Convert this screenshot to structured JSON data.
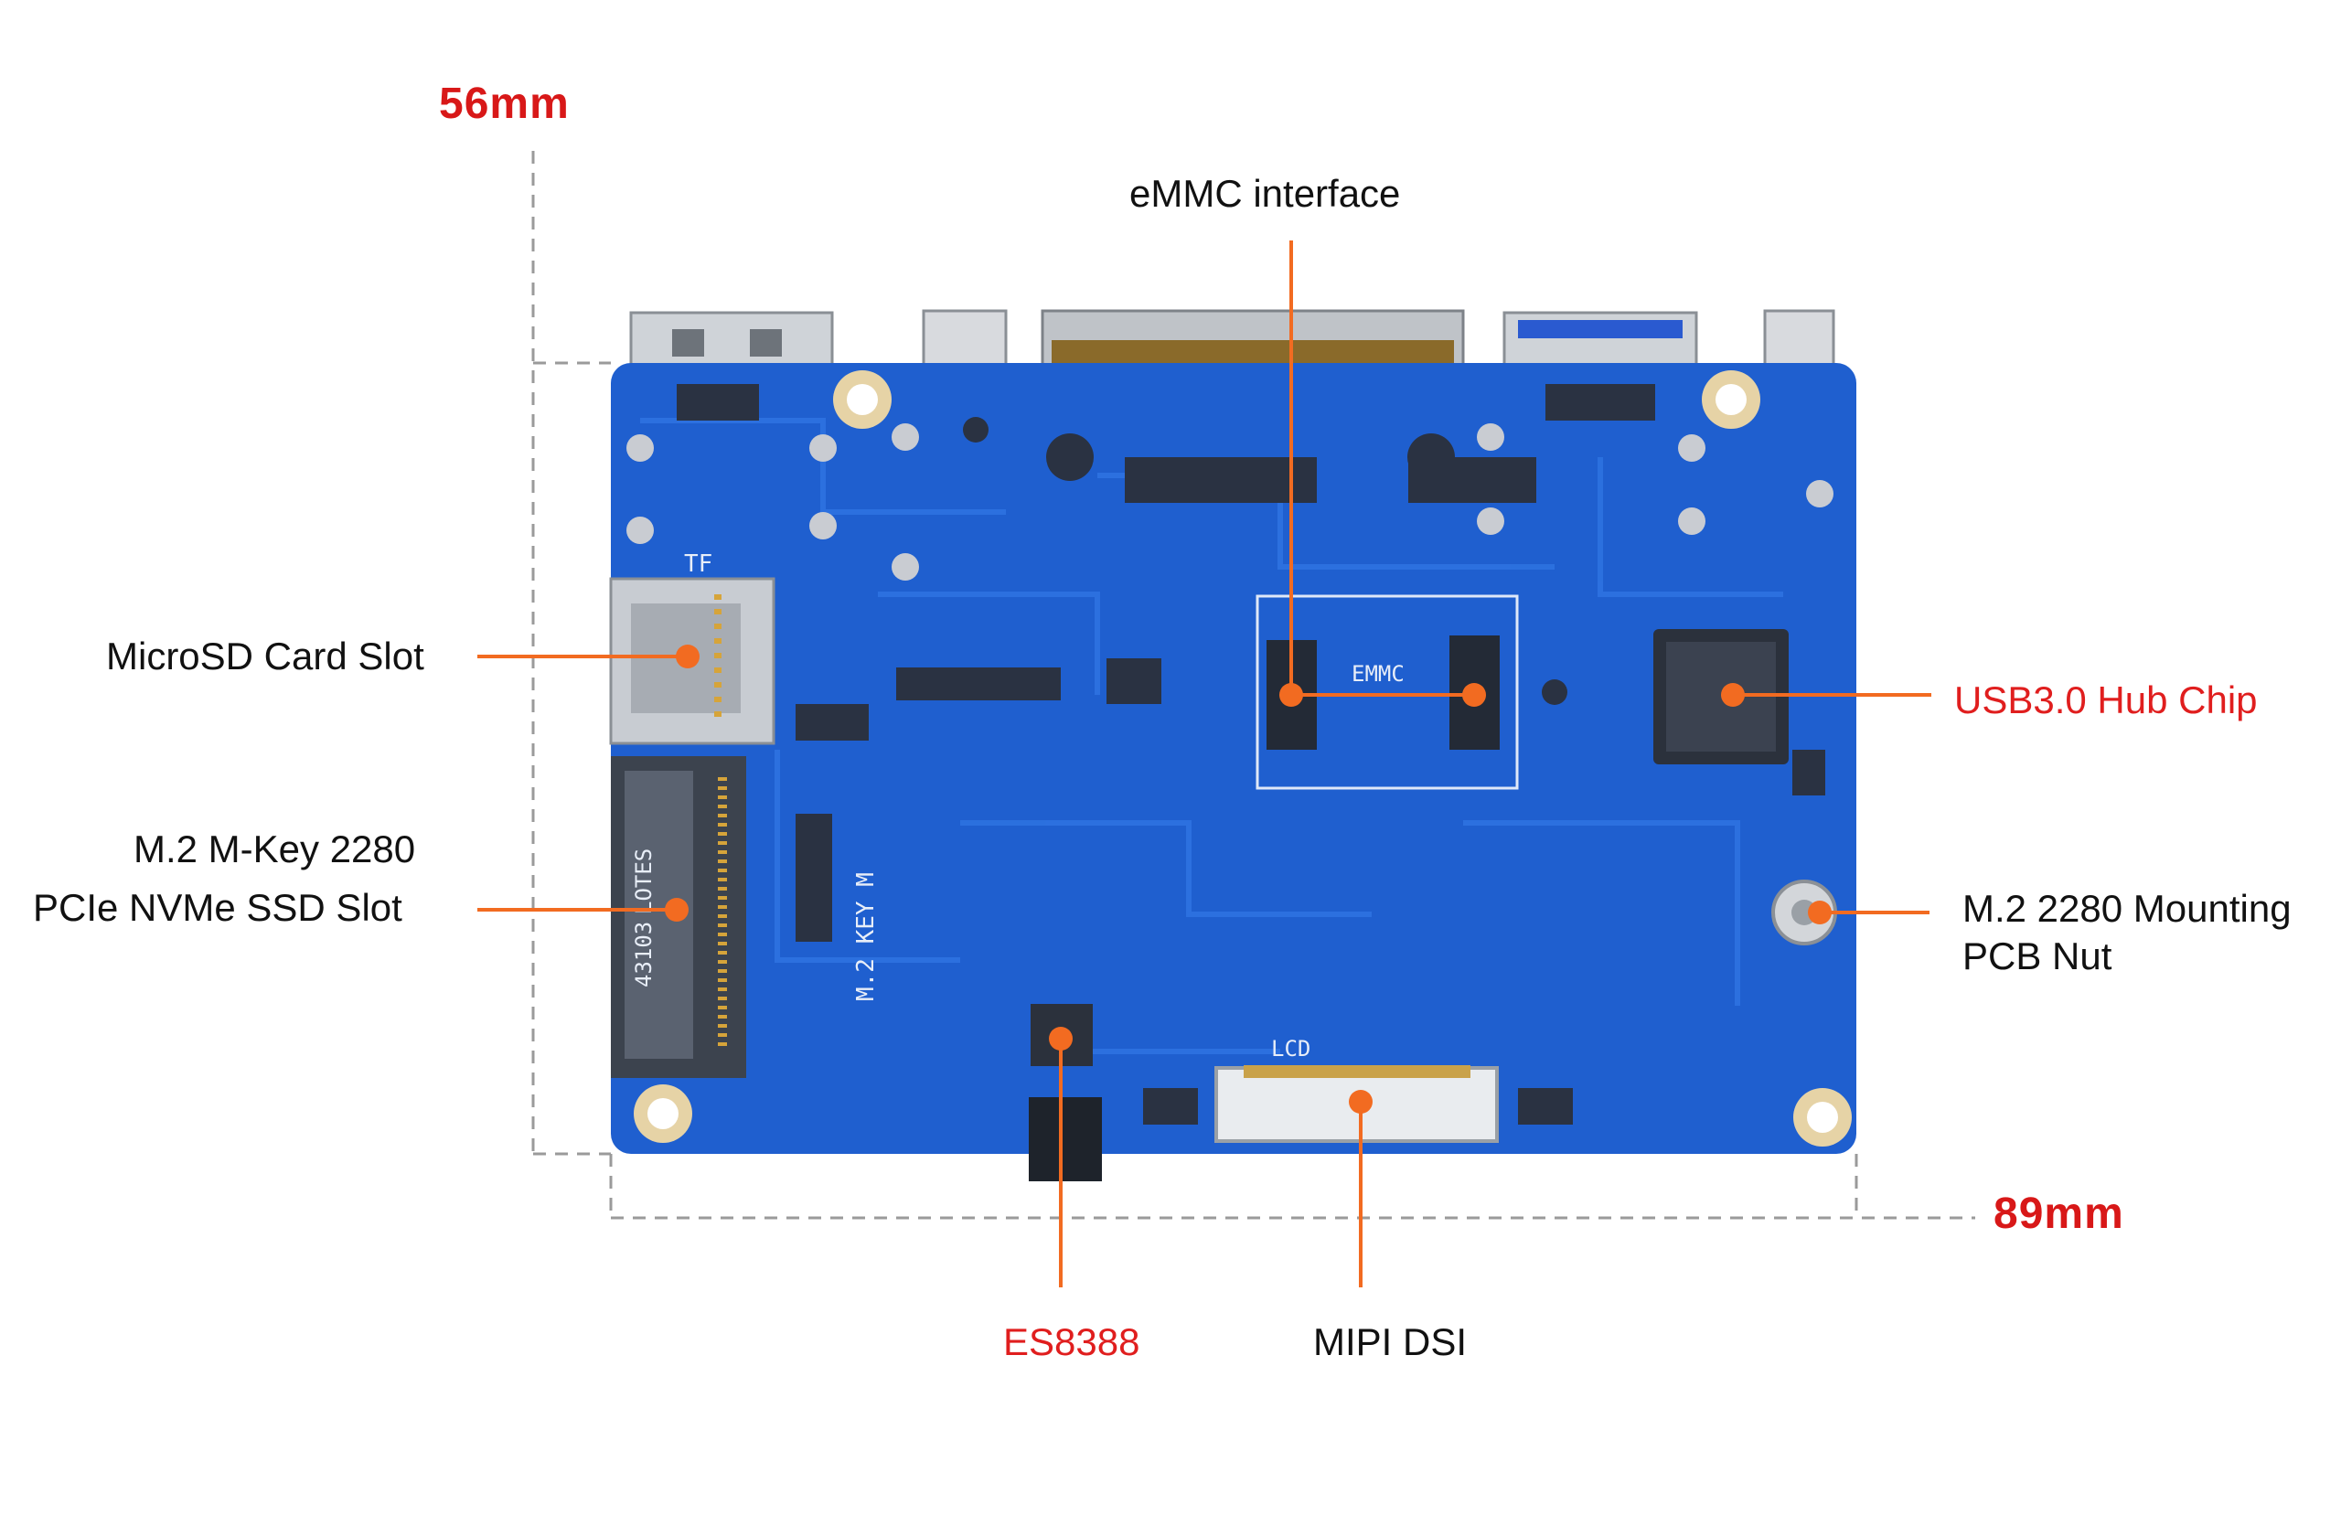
{
  "dimensions": {
    "height": "56mm",
    "width": "89mm"
  },
  "labels": {
    "emmc": "eMMC interface",
    "microsd": "MicroSD Card Slot",
    "m2_line1": "M.2 M-Key 2280",
    "m2_line2": "PCIe NVMe SSD Slot",
    "usb_hub": "USB3.0 Hub Chip",
    "mount_line1": "M.2 2280 Mounting",
    "mount_line2": "PCB Nut",
    "es8388": "ES8388",
    "mipi": "MIPI DSI"
  },
  "silkscreen": {
    "tf": "TF",
    "emmc": "EMMC",
    "m2key": "M.2 KEY M",
    "lcd": "LCD",
    "lotes": "LOTES",
    "part": "43103"
  },
  "colors": {
    "accent": "#f26b21",
    "highlight_text": "#e01e1e",
    "board": "#1f5fcf",
    "dim_line": "#9a9a9a"
  }
}
